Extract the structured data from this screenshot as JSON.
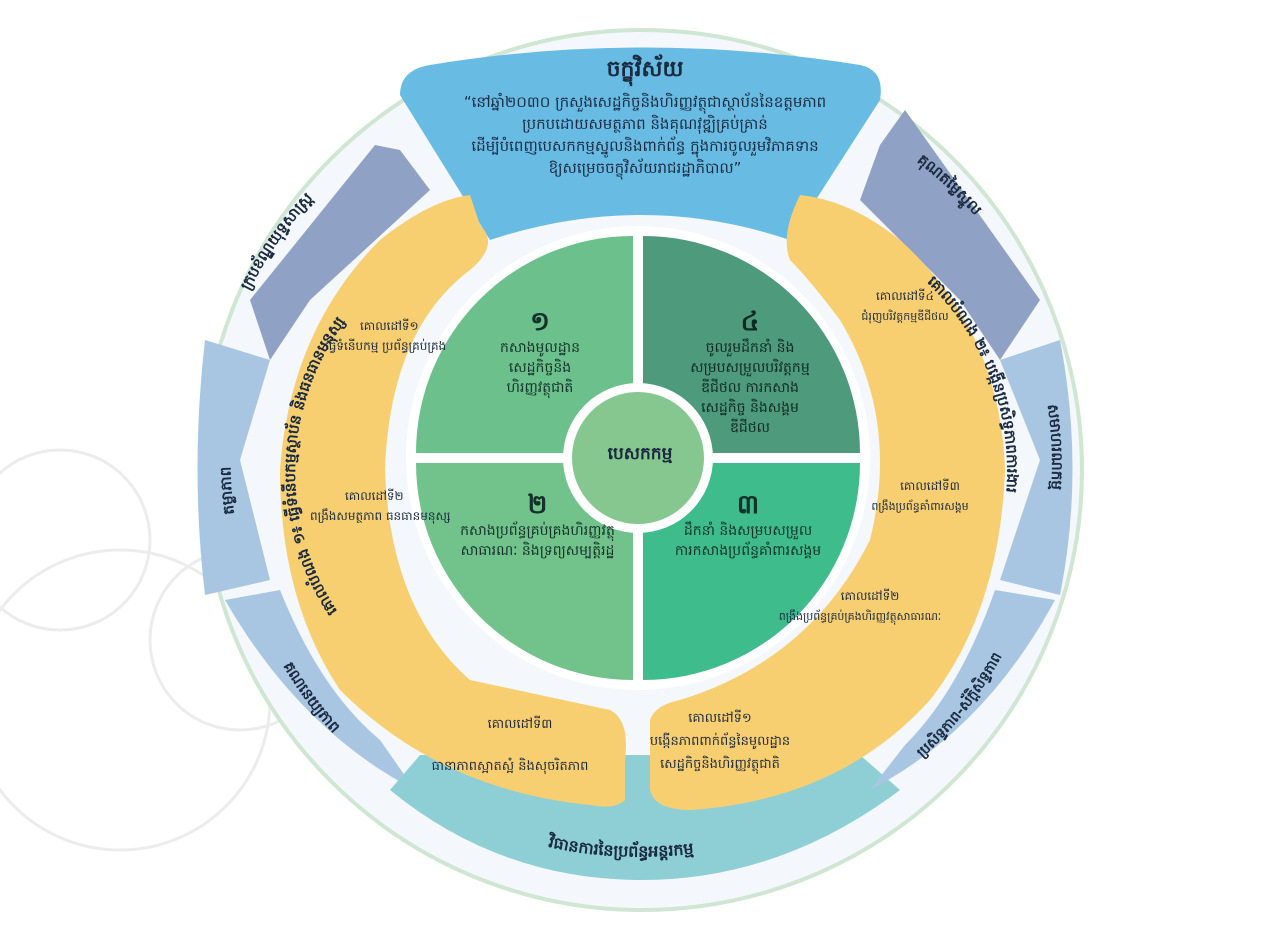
{
  "colors": {
    "outer_ring_border": "#cfe6d2",
    "vision_blue": "#68bbe3",
    "side_blue_dark": "#8fa1c4",
    "side_blue_light": "#a8c6e2",
    "bottom_teal": "#8ecfd6",
    "yellow_ring": "#f7cf70",
    "green_q1": "#6cc08b",
    "green_q2": "#72c38b",
    "green_q3": "#3ebc8c",
    "green_q4": "#4e9a7d",
    "center_green": "#86c68f"
  },
  "vision": {
    "title": "ចក្ខុវិស័យ",
    "line1": "“នៅឆ្នាំ២០៣០ ក្រសួងសេដ្ឋកិច្ចនិងហិរញ្ញវត្ថុជាស្ថាប័ននៃឧត្តមភាព",
    "line2": "ប្រកបដោយសមត្ថភាព និងគុណវុឌ្ឍិគ្រប់គ្រាន់",
    "line3": "ដើម្បីបំពេញបេសកកម្មស្នូលនិងពាក់ព័ន្ធ ក្នុងការចូលរួមវិភាគទាន",
    "line4": "ឱ្យសម្រេចចក្ខុវិស័យរាជរដ្ឋាភិបាល”"
  },
  "mission": {
    "label": "បេសកកម្ម"
  },
  "quadrants": [
    {
      "num": "១",
      "text1": "កសាងមូលដ្ឋាន",
      "text2": "សេដ្ឋកិច្ចនិង",
      "text3": "ហិរញ្ញវត្ថុជាតិ"
    },
    {
      "num": "២",
      "text1": "កសាងប្រព័ន្ធគ្រប់គ្រងហិរញ្ញវត្ថុ",
      "text2": "សាធារណៈ និងទ្រព្យសម្បត្តិរដ្ឋ",
      "text3": ""
    },
    {
      "num": "៣",
      "text1": "ដឹកនាំ និងសម្របសម្រួល",
      "text2": "ការកសាងប្រព័ន្ធគាំពារសង្គម",
      "text3": ""
    },
    {
      "num": "៤",
      "text1": "ចូលរួមដឹកនាំ និង",
      "text2": "សម្របសម្រួលបរិវត្តកម្ម",
      "text3": "ឌីជីថល ការកសាង",
      "text4": "សេដ្ឋកិច្ច និងសង្គម",
      "text5": "ឌីជីថល"
    }
  ],
  "left_goal": {
    "title": "គោលបំណង ១៖ ធ្វើទំនើបកម្មស្ថាប័ន និងធនធានមនុស្ស",
    "sub1": "គោលដៅទី១",
    "sub1_text": "ធ្វើទំនើបកម្ម ប្រព័ន្ធគ្រប់គ្រង",
    "sub2": "គោលដៅទី២",
    "sub2_text": "ពង្រឹងសមត្ថភាព ធនធានមនុស្ស",
    "sub3": "គោលដៅទី៣",
    "sub3_text": "ធានាភាពស្អាតស្អំ និងសុចរិតភាព"
  },
  "right_goal": {
    "title": "គោលបំណង ២៖ បង្កើនប្រសិទ្ធភាពការងារ",
    "sub1": "គោលដៅទី១",
    "sub1_text": "បង្កើនភាពពាក់ព័ន្ធនៃមូលដ្ឋាន",
    "sub1_text2": "សេដ្ឋកិច្ចនិងហិរញ្ញវត្ថុជាតិ",
    "sub2": "គោលដៅទី២",
    "sub2_text": "ពង្រឹងប្រព័ន្ធគ្រប់គ្រងហិរញ្ញវត្ថុសាធារណៈ",
    "sub3": "គោលដៅទី៣",
    "sub3_text": "ពង្រឹងប្រព័ន្ធគាំពារសង្គម",
    "sub4": "គោលដៅទី៤",
    "sub4_text": "ជំរុញបរិវត្តកម្មឌីជីថល"
  },
  "outer": {
    "top_left": "ក្របខ័ណ្ឌយុទ្ធសាស្ត្រ",
    "left": "តម្លាភាព",
    "bottom_left": "គណនេយ្យភាព",
    "bottom": "វិធានការនៃប្រព័ន្ធអន្តរកម្ម",
    "bottom_right": "ប្រសិទ្ធភាព-ស័ក្តិសិទ្ធភាព",
    "right": "សមាហរណកម្ម",
    "top_right": "គុណតម្លៃស្នូល"
  }
}
